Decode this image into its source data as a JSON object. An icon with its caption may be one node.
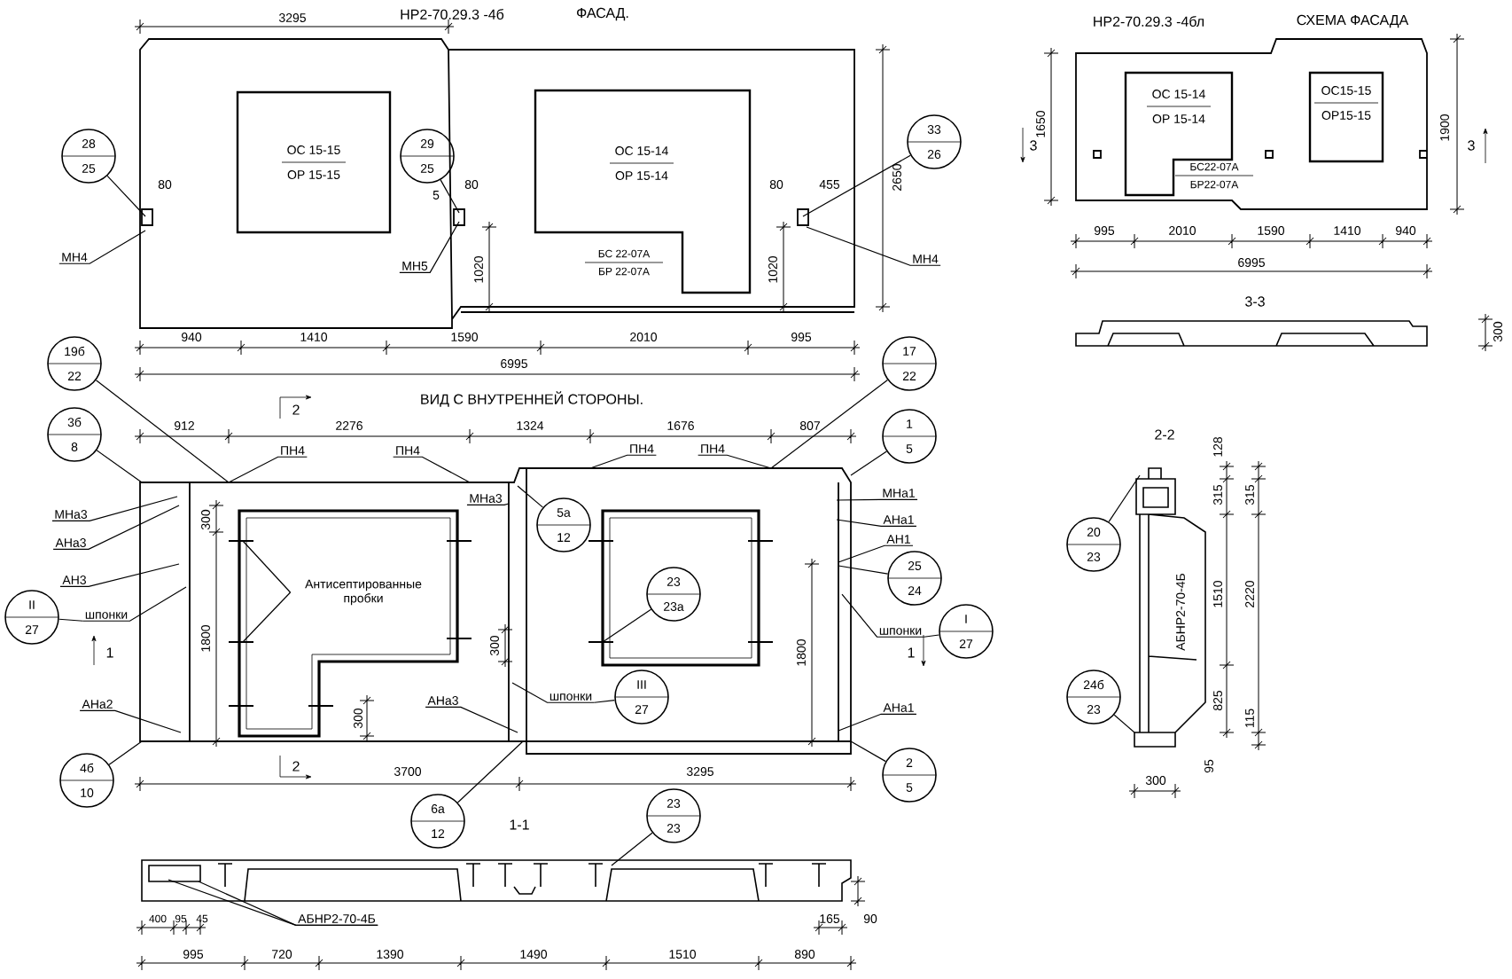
{
  "diagram": {
    "nodes": [
      {
        "text": [
          "ОС 15-15",
          "ОР 15-15"
        ]
      },
      {
        "text": [
          "ОС 15-14",
          "ОР 15-14"
        ],
        "beside": [
          "БС 22-07А",
          "БР 22-07А"
        ]
      },
      {
        "text": [
          "28",
          "25"
        ]
      },
      {
        "text": [
          "МН4"
        ]
      },
      {
        "text": [
          "29",
          "25"
        ]
      },
      {
        "text": [
          "МН5"
        ]
      },
      {
        "text": [
          "33",
          "26"
        ]
      },
      {
        "text": [
          "МН4"
        ]
      },
      {
        "text": [
          "ОС 15-14",
          "ОР 15-14"
        ],
        "beside": [
          "БС22-07А",
          "БР22-07А"
        ]
      },
      {
        "text": [
          "ОС15-15",
          "ОР15-15"
        ]
      },
      {
        "text": [
          "19б",
          "22"
        ]
      },
      {
        "text": [
          "3б",
          "8"
        ]
      },
      {
        "text": [
          "ПН4"
        ]
      },
      {
        "text": [
          "ПН4"
        ]
      },
      {
        "text": [
          "ПН4"
        ]
      },
      {
        "text": [
          "ПН4"
        ]
      },
      {
        "text": [
          "МНа3"
        ]
      },
      {
        "text": [
          "АНа3"
        ]
      },
      {
        "text": [
          "АН3"
        ]
      },
      {
        "text": [
          "шпонки"
        ]
      },
      {
        "text": [
          "II",
          "27"
        ]
      },
      {
        "text": [
          "АНа2"
        ]
      },
      {
        "text": [
          "Антисептированные пробки"
        ],
        "in": 45
      },
      {
        "text": [
          "МНа3"
        ],
        "in": 45
      },
      {
        "text": [
          "АНа3"
        ],
        "in": 45
      },
      {
        "text": [
          "5а",
          "12"
        ],
        "in": 45
      },
      {
        "text": [
          "23",
          "23а"
        ],
        "in": 45
      },
      {
        "text": [
          "шпонки"
        ],
        "in": 45
      },
      {
        "text": [
          "III",
          "27"
        ],
        "in": 45
      },
      {
        "text": [
          "17",
          "22"
        ]
      },
      {
        "text": [
          "1",
          "5"
        ]
      },
      {
        "text": [
          "МНа1"
        ]
      },
      {
        "text": [
          "АНа1"
        ]
      },
      {
        "text": [
          "АН1"
        ]
      },
      {
        "text": [
          "25",
          "24"
        ]
      },
      {
        "text": [
          "шпонки"
        ]
      },
      {
        "text": [
          "I",
          "27"
        ]
      },
      {
        "text": [
          "АНа1"
        ]
      },
      {
        "text": [
          "2",
          "5"
        ]
      },
      {
        "text": [
          "4б",
          "10"
        ]
      },
      {
        "text": [
          "6а",
          "12"
        ]
      },
      {
        "text": [
          "23",
          "23"
        ]
      },
      {
        "text": [
          "АБНР2-70-4Б"
        ]
      },
      {
        "text": [
          "20",
          "23"
        ]
      },
      {
        "text": [
          "24б",
          "23"
        ]
      },
      {
        "text": [],
        "shape": "picture"
      },
      {
        "text": [],
        "shape": "picture"
      }
    ],
    "edges": [
      {
        "from": 2,
        "to": null,
        "arrow": "none"
      },
      {
        "from": 3,
        "to": null,
        "arrow": "none"
      },
      {
        "from": 4,
        "to": null,
        "arrow": "none"
      },
      {
        "from": 5,
        "to": null,
        "arrow": "none"
      },
      {
        "from": 6,
        "to": null,
        "arrow": "none"
      },
      {
        "from": 7,
        "to": null,
        "arrow": "none"
      },
      {
        "from": 10,
        "to": 45,
        "arrow": "none"
      },
      {
        "from": 11,
        "to": 45,
        "arrow": "none"
      },
      {
        "from": 12,
        "to": 45,
        "arrow": "none"
      },
      {
        "from": 13,
        "to": 45,
        "arrow": "none"
      },
      {
        "from": 14,
        "to": 45,
        "arrow": "none"
      },
      {
        "from": 15,
        "to": 45,
        "arrow": "none"
      },
      {
        "from": 16,
        "to": 45,
        "arrow": "none"
      },
      {
        "from": 17,
        "to": 45,
        "arrow": "none"
      },
      {
        "from": 18,
        "to": 45,
        "arrow": "none"
      },
      {
        "from": 20,
        "to": 19,
        "arrow": "none"
      },
      {
        "from": 19,
        "to": 45,
        "arrow": "none"
      },
      {
        "from": 21,
        "to": 45,
        "arrow": "none"
      },
      {
        "from": 22,
        "to": 45,
        "arrow": "none"
      },
      {
        "from": 22,
        "to": 45,
        "arrow": "none"
      },
      {
        "from": 23,
        "to": 45,
        "arrow": "none"
      },
      {
        "from": 24,
        "to": 45,
        "arrow": "none"
      },
      {
        "from": 25,
        "to": 45,
        "arrow": "none"
      },
      {
        "from": 26,
        "to": 45,
        "arrow": "none"
      },
      {
        "from": 28,
        "to": 27,
        "arrow": "none"
      },
      {
        "from": 27,
        "to": 45,
        "arrow": "none"
      },
      {
        "from": 29,
        "to": 45,
        "arrow": "none"
      },
      {
        "from": 30,
        "to": 45,
        "arrow": "none"
      },
      {
        "from": 31,
        "to": 45,
        "arrow": "none"
      },
      {
        "from": 32,
        "to": 45,
        "arrow": "none"
      },
      {
        "from": 33,
        "to": 45,
        "arrow": "none"
      },
      {
        "from": 34,
        "to": 45,
        "arrow": "none"
      },
      {
        "from": 36,
        "to": 35,
        "arrow": "none"
      },
      {
        "from": 35,
        "to": 45,
        "arrow": "none"
      },
      {
        "from": 37,
        "to": 45,
        "arrow": "none"
      },
      {
        "from": 38,
        "to": 45,
        "arrow": "none"
      },
      {
        "from": 39,
        "to": 45,
        "arrow": "none"
      },
      {
        "from": 40,
        "to": 45,
        "arrow": "none"
      },
      {
        "from": 41,
        "to": null,
        "arrow": "none"
      },
      {
        "from": 42,
        "to": null,
        "arrow": "none"
      },
      {
        "from": 42,
        "to": null,
        "arrow": "none"
      },
      {
        "from": 43,
        "to": 46,
        "arrow": "none"
      },
      {
        "from": 44,
        "to": 46,
        "arrow": "none"
      }
    ],
    "labels": [
      "3295",
      "НР2-70.29.3 -4б",
      "ФАСАД.",
      "НР2-70.29.3 -4бл",
      "СХЕМА ФАСАДА",
      "1650",
      "1900",
      "80",
      "5",
      "80",
      "80",
      "455",
      "3",
      "3",
      "2650",
      "1020",
      "1020",
      "995",
      "2010",
      "1590",
      "1410",
      "940",
      "6995",
      "940",
      "1410",
      "1590",
      "2010",
      "995",
      "6995",
      "3-3",
      "300",
      "ВИД С ВНУТРЕННЕЙ СТОРОНЫ.",
      "2",
      "912",
      "2276",
      "1324",
      "1676",
      "807",
      "2-2",
      "128",
      "315",
      "315",
      "300",
      "1800",
      "1800",
      "АБНР2-70-4Б",
      "1510",
      "2220",
      "1",
      "300",
      "1",
      "300",
      "825",
      "115",
      "2",
      "3700",
      "3295",
      "300",
      "95",
      "1-1",
      "400",
      "95",
      "45",
      "165",
      "90",
      "995",
      "720",
      "1390",
      "1490",
      "1510",
      "890"
    ]
  }
}
